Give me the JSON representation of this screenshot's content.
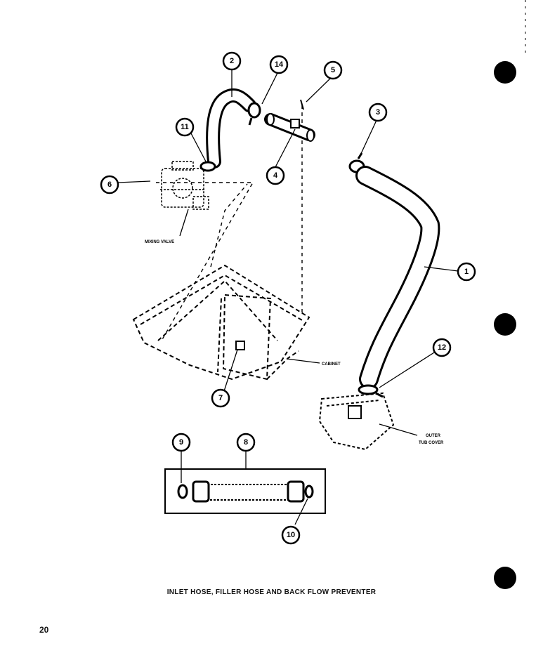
{
  "callouts": [
    {
      "id": "callout-1",
      "label": "1"
    },
    {
      "id": "callout-2",
      "label": "2"
    },
    {
      "id": "callout-3",
      "label": "3"
    },
    {
      "id": "callout-4",
      "label": "4"
    },
    {
      "id": "callout-5",
      "label": "5"
    },
    {
      "id": "callout-6",
      "label": "6"
    },
    {
      "id": "callout-7",
      "label": "7"
    },
    {
      "id": "callout-8",
      "label": "8"
    },
    {
      "id": "callout-9",
      "label": "9"
    },
    {
      "id": "callout-10",
      "label": "10"
    },
    {
      "id": "callout-11",
      "label": "11"
    },
    {
      "id": "callout-12",
      "label": "12"
    },
    {
      "id": "callout-14",
      "label": "14"
    }
  ],
  "part_labels": {
    "mixing_valve": "MIXING VALVE",
    "cabinet": "CABINET",
    "outer_tub_cover_line1": "OUTER",
    "outer_tub_cover_line2": "TUB COVER"
  },
  "caption": "INLET HOSE, FILLER HOSE AND BACK FLOW PREVENTER",
  "page_number": "20"
}
